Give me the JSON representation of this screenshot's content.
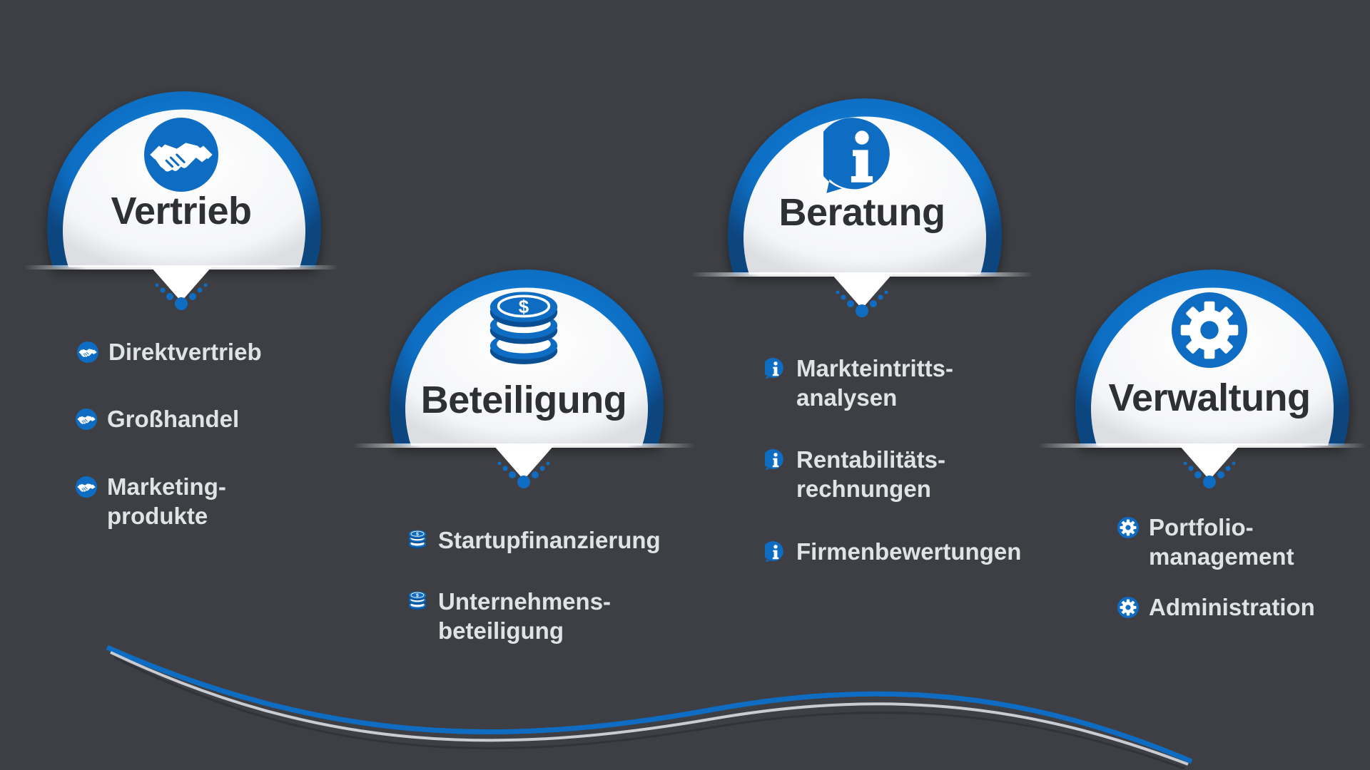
{
  "colors": {
    "background": "#3d3f44",
    "accent": "#0e6dc2",
    "accent_dark": "#0a4f93",
    "badge_face": "#ffffff",
    "title_text": "#2e3033",
    "item_text": "#e1e2e4"
  },
  "pillars": [
    {
      "title": "Vertrieb",
      "icon": "handshake-icon",
      "items": [
        "Direktvertrieb",
        "Großhandel",
        "Marketing-\nprodukte"
      ]
    },
    {
      "title": "Beteiligung",
      "icon": "coins-icon",
      "items": [
        "Startupfinanzierung",
        "Unternehmens-\nbeteiligung"
      ]
    },
    {
      "title": "Beratung",
      "icon": "info-icon",
      "items": [
        "Markteintritts-\nanalysen",
        "Rentabilitäts-\nrechnungen",
        "Firmenbewertungen"
      ]
    },
    {
      "title": "Verwaltung",
      "icon": "gear-icon",
      "items": [
        "Portfolio-\nmanagement",
        "Administration"
      ]
    }
  ]
}
